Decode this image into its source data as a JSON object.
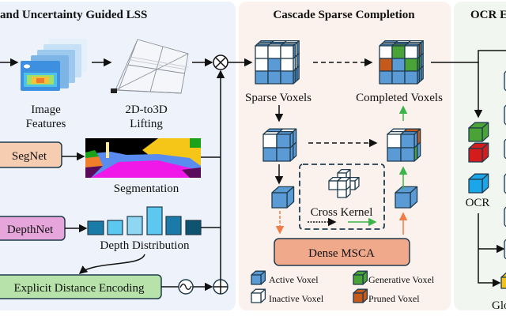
{
  "panels": {
    "lss": {
      "title": "and Uncertainty Guided LSS"
    },
    "csc": {
      "title": "Cascade Sparse Completion"
    },
    "ocr": {
      "title": "OCR E"
    }
  },
  "lss": {
    "image_features": [
      "Image",
      "Features"
    ],
    "lifting": [
      "2D-to3D",
      "Lifting"
    ],
    "segnet": "SegNet",
    "segmentation": "Segmentation",
    "depthnet": "DepthNet",
    "depth_distribution": "Depth Distribution",
    "distance_encoding": "Explicit Distance Encoding"
  },
  "csc": {
    "sparse_voxels": "Sparse Voxels",
    "completed_voxels": "Completed Voxels",
    "cross_kernel": "Cross Kernel",
    "dense_msca": "Dense MSCA",
    "legend": {
      "active": "Active Voxel",
      "inactive": "Inactive Voxel",
      "generative": "Generative Voxel",
      "pruned": "Pruned Voxel"
    }
  },
  "ocr": {
    "label": "OCR",
    "glo": "Glo"
  },
  "colors": {
    "active": "#5b9bd5",
    "inactive": "#ffffff",
    "generative": "#4aa336",
    "pruned": "#c55a1c",
    "ocr_green": "#4aa336",
    "ocr_red": "#d41c1c",
    "ocr_blue": "#1aa6e8",
    "glo_yellow": "#f2c318",
    "segnet_fill": "#f7cdb2",
    "depthnet_fill": "#e6a6dc",
    "encoding_fill": "#b7e3aa",
    "msca_fill": "#f0a98b"
  }
}
